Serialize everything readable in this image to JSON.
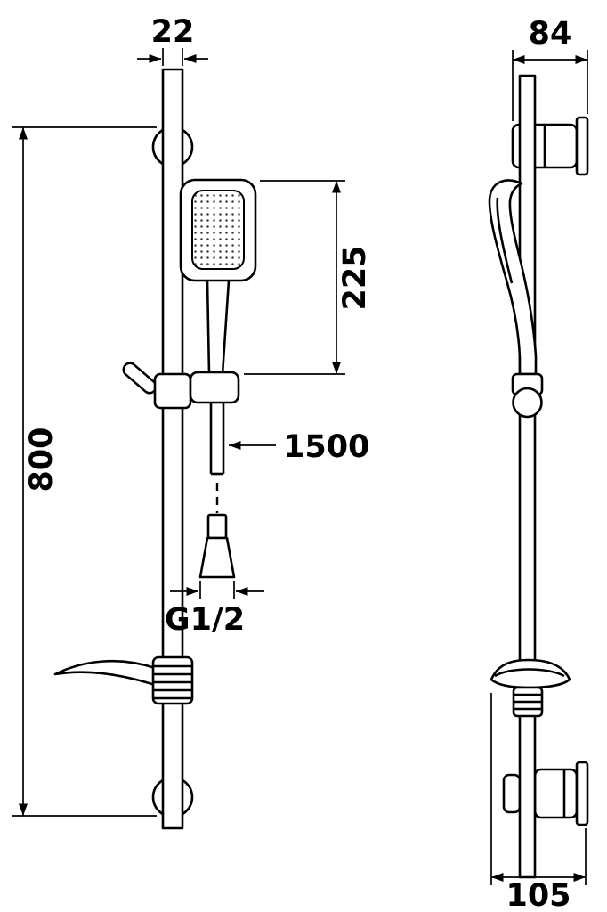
{
  "meta": {
    "title": "Shower slide-bar set technical drawing",
    "views": {
      "left": "front view",
      "right": "side view"
    }
  },
  "labels": {
    "rail_width_mm": "22",
    "rail_height_mm": "800",
    "handshower_length_mm": "225",
    "hose_length_mm": "1500",
    "connection_thread": "G1/2",
    "bracket_depth_mm": "84",
    "base_depth_mm": "105"
  },
  "colors": {
    "line": "#000000",
    "background": "#ffffff",
    "spray_dots": "#3a3a3a"
  }
}
